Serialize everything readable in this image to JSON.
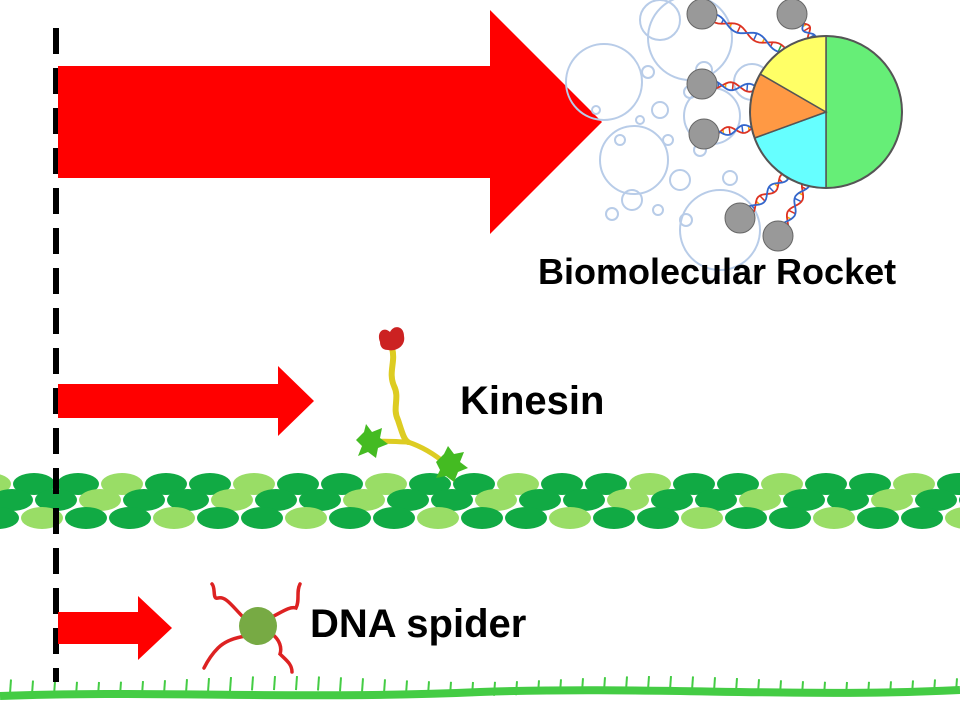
{
  "labels": {
    "rocket": "Biomolecular Rocket",
    "kinesin": "Kinesin",
    "spider": "DNA spider"
  },
  "speed_arrows": {
    "color": "#ff0000",
    "order": [
      "rocket",
      "kinesin",
      "spider"
    ]
  },
  "rocket": {
    "pie_colors": [
      "#66ee77",
      "#66ffff",
      "#ff9944",
      "#ffff66"
    ],
    "bead_color": "#999999",
    "bubble_color": "#b8cce8"
  },
  "kinesin": {
    "head_color": "#cc2222",
    "stalk_color": "#ddcc22",
    "foot_color": "#44bb22"
  },
  "microtubule": {
    "dark_green": "#11aa44",
    "light_green": "#99dd66"
  },
  "spider": {
    "body_color": "#77aa44",
    "leg_color": "#dd2222",
    "track_color": "#44cc44"
  },
  "start_line_color": "#000000"
}
